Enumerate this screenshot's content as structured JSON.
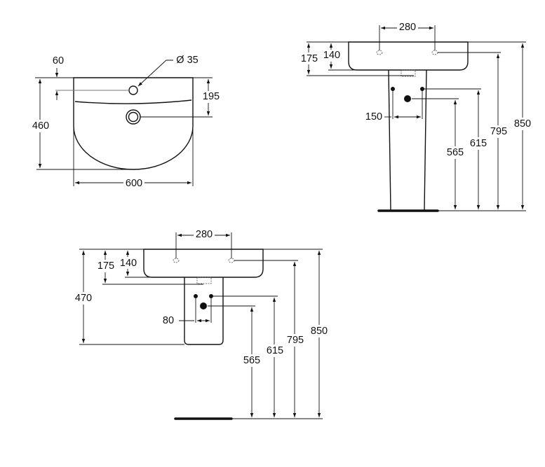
{
  "top_view": {
    "dim_60": "60",
    "dim_diameter": "Ø 35",
    "dim_460": "460",
    "dim_195": "195",
    "dim_600": "600"
  },
  "pedestal_view": {
    "dim_280": "280",
    "dim_175": "175",
    "dim_140": "140",
    "dim_150": "150",
    "dim_565": "565",
    "dim_615": "615",
    "dim_795": "795",
    "dim_850": "850"
  },
  "semi_pedestal_view": {
    "dim_280": "280",
    "dim_175": "175",
    "dim_140": "140",
    "dim_470": "470",
    "dim_80": "80",
    "dim_565": "565",
    "dim_615": "615",
    "dim_795": "795",
    "dim_850": "850"
  }
}
